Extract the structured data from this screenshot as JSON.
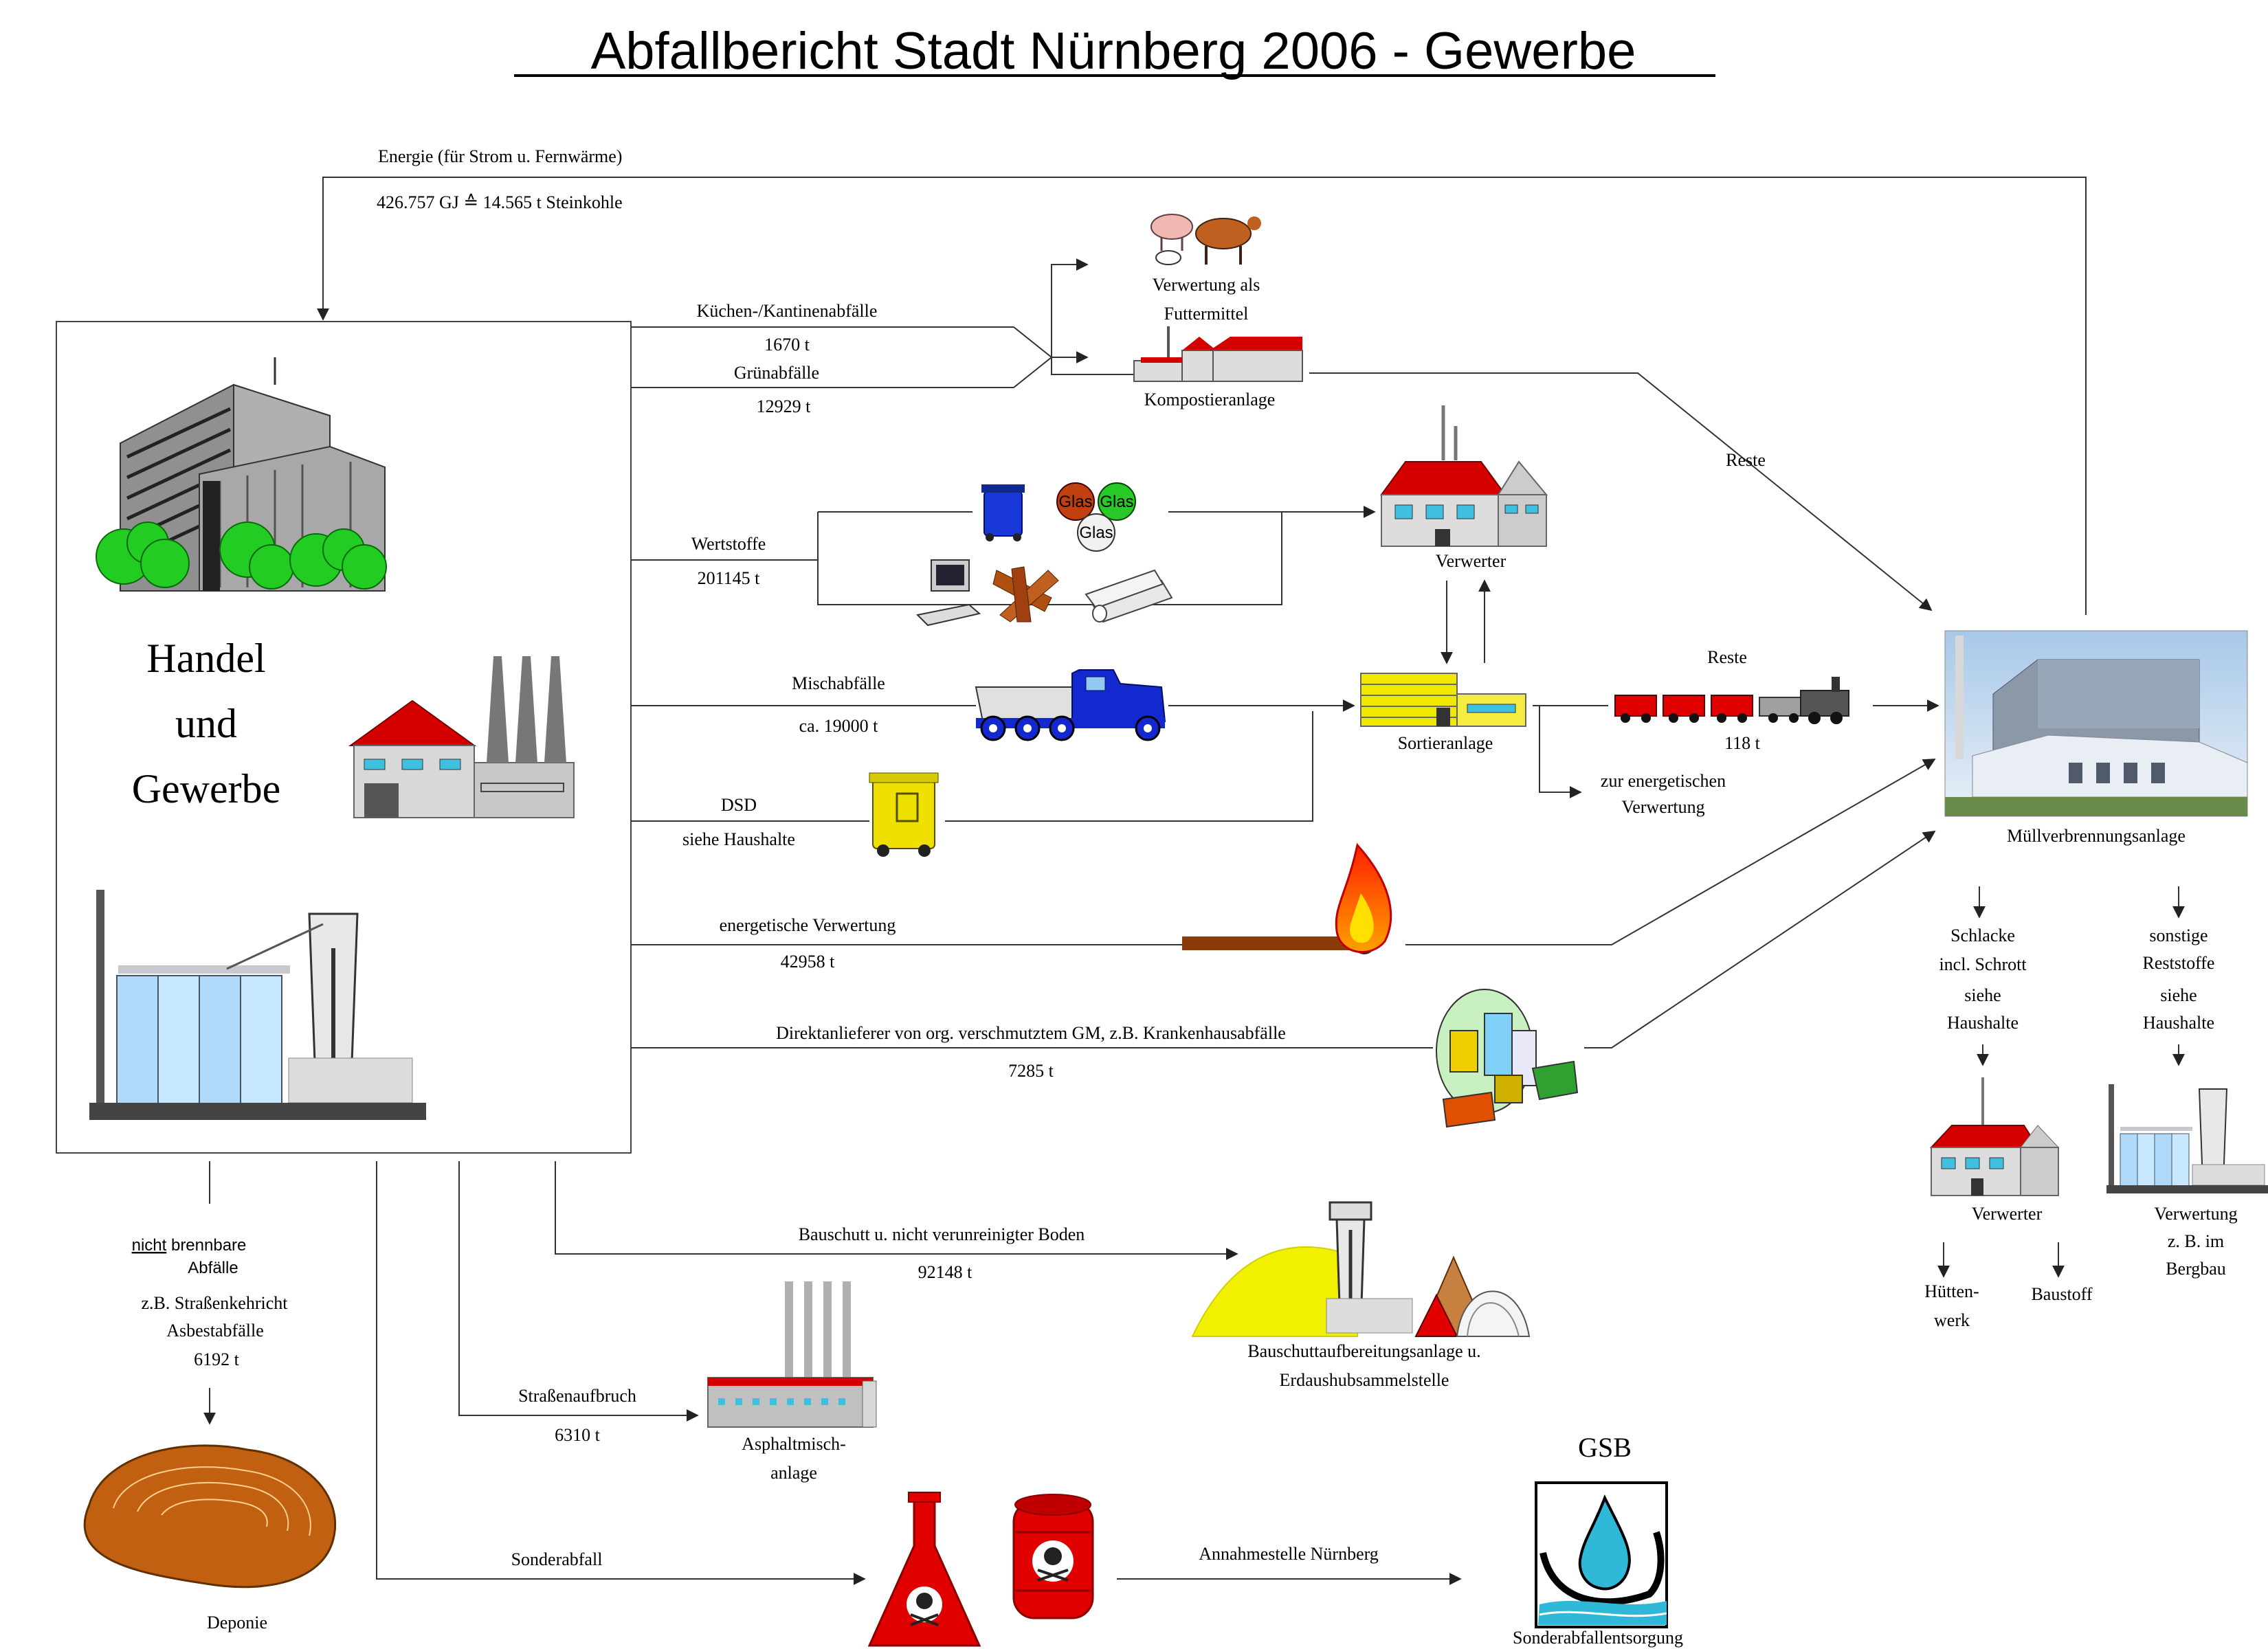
{
  "title": "Abfallbericht Stadt Nürnberg  2006 - Gewerbe",
  "energy": {
    "label": "Energie (für Strom u. Fernwärme)",
    "value": "426.757 GJ ≙ 14.565 t Steinkohle"
  },
  "source": {
    "line1": "Handel",
    "line2": "und",
    "line3": "Gewerbe"
  },
  "flows": {
    "kitchen": {
      "label": "Küchen-/Kantinenabfälle",
      "value": "1670 t"
    },
    "green": {
      "label": "Grünabfälle",
      "value": "12929 t"
    },
    "recyclables": {
      "label": "Wertstoffe",
      "value": "201145 t"
    },
    "mixed": {
      "label": "Mischabfälle",
      "value": "ca. 19000 t"
    },
    "dsd": {
      "label": "DSD",
      "value": "siehe Haushalte"
    },
    "energetic": {
      "label": "energetische Verwertung",
      "value": "42958 t"
    },
    "direct": {
      "label": "Direktanlieferer von org. verschmutztem GM, z.B. Krankenhausabfälle",
      "value": "7285 t"
    },
    "rubble": {
      "label": "Bauschutt u. nicht verunreinigter Boden",
      "value": "92148 t"
    },
    "road": {
      "label": "Straßenaufbruch",
      "value": "6310 t"
    },
    "hazardous": {
      "label": "Sonderabfall"
    },
    "acceptance": {
      "label": "Annahmestelle Nürnberg"
    },
    "rest_compost": {
      "label": "Reste"
    },
    "rest_sorting": {
      "label": "Reste",
      "value": "118 t"
    }
  },
  "nonburn": {
    "line1": "nicht",
    "line1b": " brennbare",
    "line2": "Abfälle",
    "line3": "z.B. Straßenkehricht",
    "line4": "Asbestabfälle",
    "value": "6192 t"
  },
  "facilities": {
    "feed_line1": "Verwertung als",
    "feed_line2": "Futtermittel",
    "compost": "Kompostieranlage",
    "recycler": "Verwerter",
    "sorting": "Sortieranlage",
    "energetic_use_line1": "zur energetischen",
    "energetic_use_line2": "Verwertung",
    "incinerator": "Müllverbrennungsanlage",
    "rubble_line1": "Bauschuttaufbereitungsanlage u.",
    "rubble_line2": "Erdaushubsammelstelle",
    "asphalt_line1": "Asphaltmisch-",
    "asphalt_line2": "anlage",
    "landfill": "Deponie",
    "gsb": "GSB",
    "gsb_sub": "Sonderabfallentsorgung"
  },
  "outputs": {
    "slag": [
      "Schlacke",
      "incl. Schrott",
      "siehe",
      "Haushalte"
    ],
    "residues": [
      "sonstige",
      "Reststoffe",
      "siehe",
      "Haushalte"
    ],
    "recycler2": "Verwerter",
    "mining": [
      "Verwertung",
      "z. B. im",
      "Bergbau"
    ],
    "smelter": [
      "Hütten-",
      "werk"
    ],
    "building_material": "Baustoff"
  },
  "icon_labels": {
    "glass": "Glas"
  },
  "colors": {
    "roof_red": "#d40000",
    "fire_orange": "#ff5a00",
    "truck_blue": "#1428d0",
    "bin_yellow": "#f0e000",
    "hazard_red": "#e00000",
    "gsb_blue": "#30b8d8"
  }
}
